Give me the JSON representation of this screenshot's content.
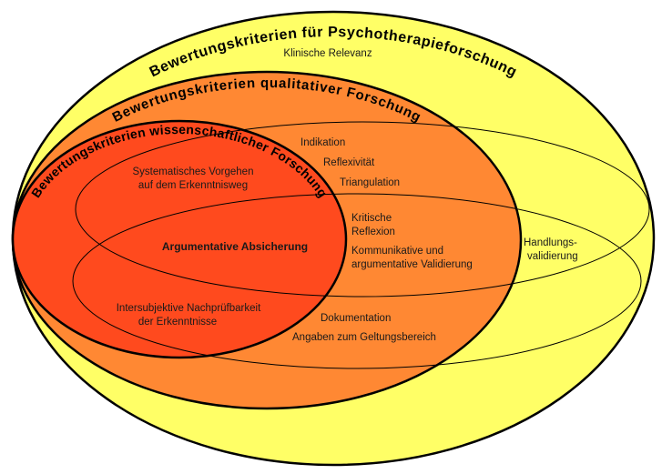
{
  "colors": {
    "outer_fill": "#FFFF66",
    "qualitative_fill": "#FF8833",
    "scientific_fill": "#FF4A1E",
    "stroke": "#000000"
  },
  "sets": {
    "psychotherapy": {
      "title": "Bewertungskriterien für Psychotherapieforschung"
    },
    "qualitative": {
      "title": "Bewertungskriterien qualitativer Forschung"
    },
    "scientific": {
      "title": "Bewertungskriterien wissenschaftlicher Forschung"
    }
  },
  "labels": {
    "klinische_relevanz": "Klinische Relevanz",
    "indikation": "Indikation",
    "reflexivitaet": "Reflexivität",
    "triangulation": "Triangulation",
    "kritische": "Kritische",
    "reflexion": "Reflexion",
    "kommunikative": "Kommunikative und",
    "argumentative_validierung": "argumentative Validierung",
    "handlungs": "Handlungs-",
    "validierung": "validierung",
    "argumentative_absicherung": "Argumentative Absicherung",
    "systematisches": "Systematisches Vorgehen",
    "erkenntnisweg": "auf dem Erkenntnisweg",
    "intersubjektive": "Intersubjektive Nachprüfbarkeit",
    "erkenntnisse": "der Erkenntnisse",
    "dokumentation": "Dokumentation",
    "angaben": "Angaben zum Geltungsbereich"
  }
}
